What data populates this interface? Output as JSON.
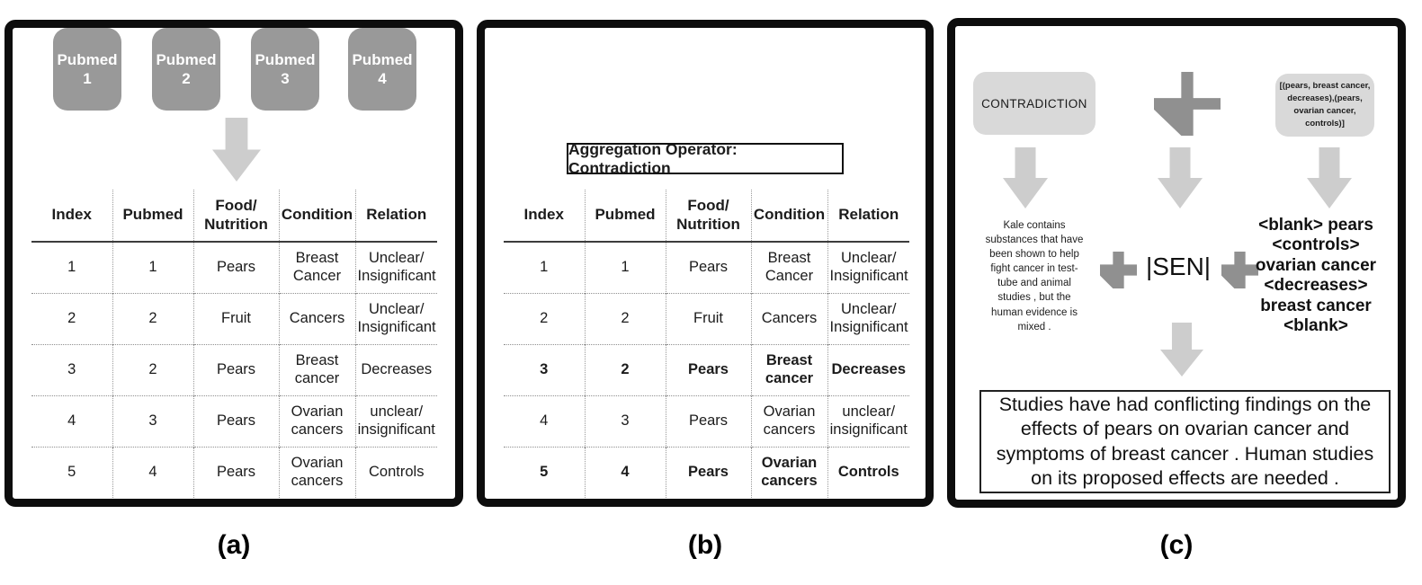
{
  "figure": {
    "panel_a_label": "(a)",
    "panel_b_label": "(b)",
    "panel_c_label": "(c)"
  },
  "panel_a": {
    "sources": [
      {
        "name": "Pubmed",
        "num": "1"
      },
      {
        "name": "Pubmed",
        "num": "2"
      },
      {
        "name": "Pubmed",
        "num": "3"
      },
      {
        "name": "Pubmed",
        "num": "4"
      }
    ],
    "table": {
      "headers": [
        "Index",
        "Pubmed",
        "Food/\nNutrition",
        "Condition",
        "Relation"
      ],
      "rows": [
        {
          "bold": false,
          "cells": [
            "1",
            "1",
            "Pears",
            "Breast\nCancer",
            "Unclear/\nInsignificant"
          ]
        },
        {
          "bold": false,
          "cells": [
            "2",
            "2",
            "Fruit",
            "Cancers",
            "Unclear/\nInsignificant"
          ]
        },
        {
          "bold": false,
          "cells": [
            "3",
            "2",
            "Pears",
            "Breast\ncancer",
            "Decreases"
          ]
        },
        {
          "bold": false,
          "cells": [
            "4",
            "3",
            "Pears",
            "Ovarian\ncancers",
            "unclear/\ninsignificant"
          ]
        },
        {
          "bold": false,
          "cells": [
            "5",
            "4",
            "Pears",
            "Ovarian\ncancers",
            "Controls"
          ]
        }
      ]
    }
  },
  "panel_b": {
    "title": "Aggregation Operator: Contradiction",
    "table": {
      "headers": [
        "Index",
        "Pubmed",
        "Food/\nNutrition",
        "Condition",
        "Relation"
      ],
      "rows": [
        {
          "bold": false,
          "cells": [
            "1",
            "1",
            "Pears",
            "Breast\nCancer",
            "Unclear/\nInsignificant"
          ]
        },
        {
          "bold": false,
          "cells": [
            "2",
            "2",
            "Fruit",
            "Cancers",
            "Unclear/\nInsignificant"
          ]
        },
        {
          "bold": true,
          "cells": [
            "3",
            "2",
            "Pears",
            "Breast\ncancer",
            "Decreases"
          ]
        },
        {
          "bold": false,
          "cells": [
            "4",
            "3",
            "Pears",
            "Ovarian\ncancers",
            "unclear/\ninsignificant"
          ]
        },
        {
          "bold": true,
          "cells": [
            "5",
            "4",
            "Pears",
            "Ovarian\ncancers",
            "Controls"
          ]
        }
      ]
    }
  },
  "panel_c": {
    "operator_label": "CONTRADICTION",
    "tuples_text": "[(pears, breast cancer,\ndecreases),(pears,\novarian cancer,\ncontrols)]",
    "evidence_text": "Kale contains\nsubstances that have\nbeen shown to help\nfight cancer in test-\ntube and animal\nstudies , but the\nhuman evidence is\nmixed .",
    "sen_label": "|SEN|",
    "template_text": "<blank> pears\n<controls>\novarian cancer\n<decreases>\nbreast cancer\n<blank>",
    "output_text": "Studies have had conflicting findings on the\neffects of pears on ovarian cancer and\nsymptoms of breast cancer . Human studies\non its proposed effects are needed ."
  },
  "colors": {
    "panel_border": "#0d0d0d",
    "source_box": "#999999",
    "arrow": "#cdcdcd",
    "plus": "#909090",
    "light_box": "#d9d9d9"
  }
}
